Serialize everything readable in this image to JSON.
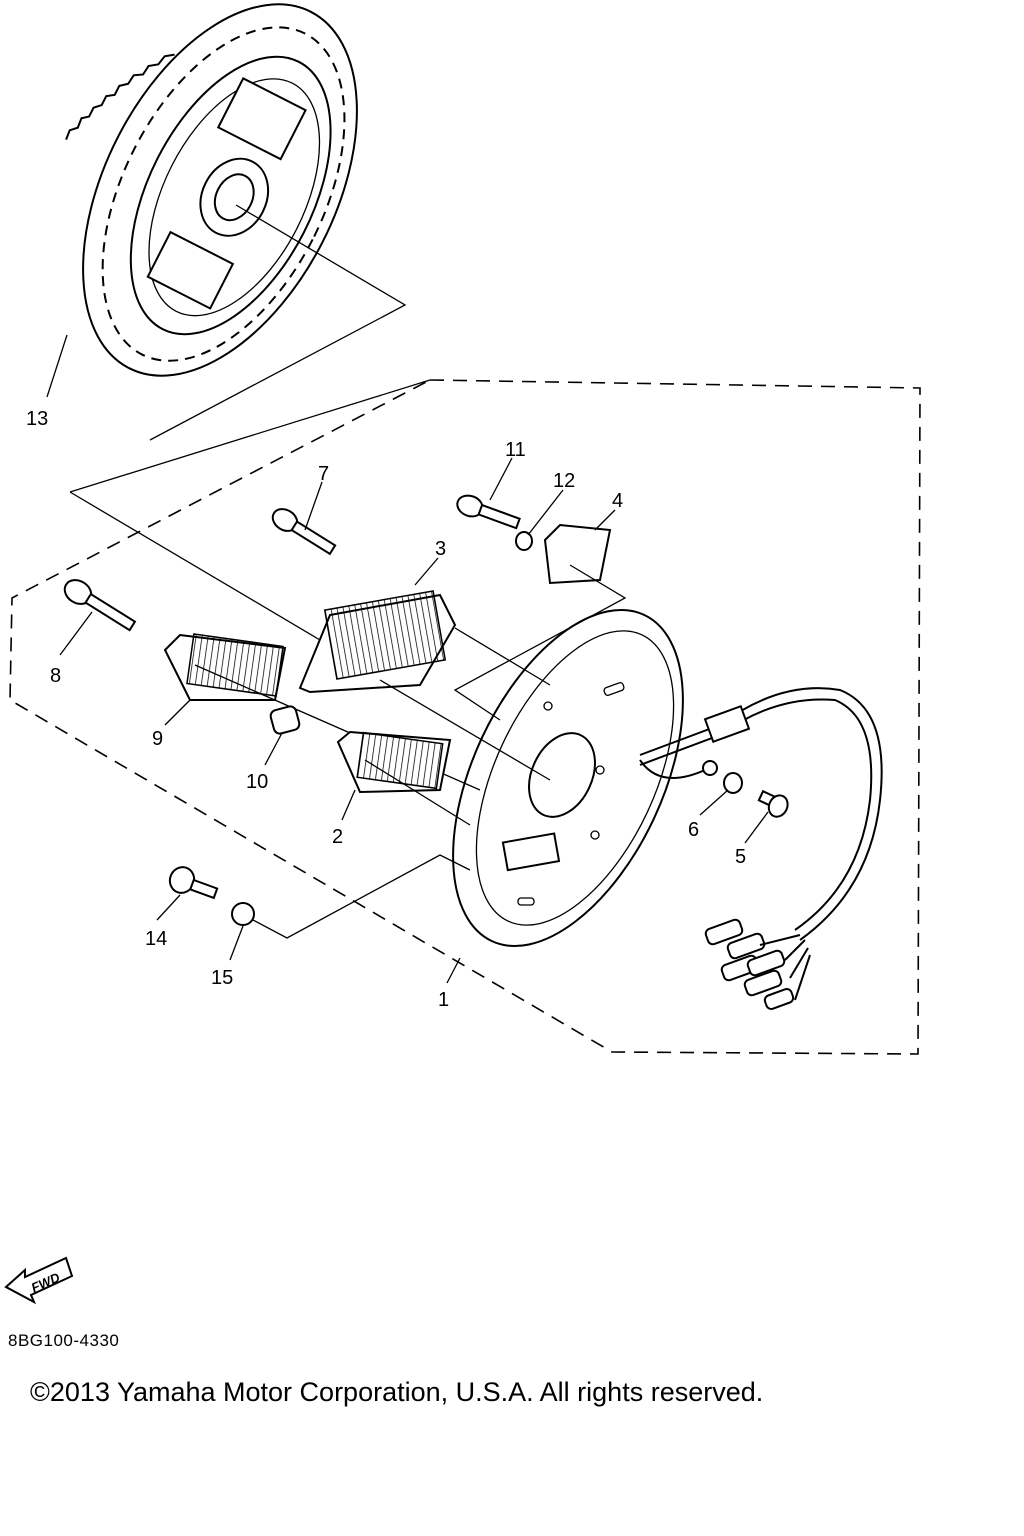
{
  "diagram": {
    "callouts": [
      {
        "id": "13",
        "label": "13"
      },
      {
        "id": "11",
        "label": "11"
      },
      {
        "id": "12",
        "label": "12"
      },
      {
        "id": "7",
        "label": "7"
      },
      {
        "id": "4",
        "label": "4"
      },
      {
        "id": "3",
        "label": "3"
      },
      {
        "id": "8",
        "label": "8"
      },
      {
        "id": "9",
        "label": "9"
      },
      {
        "id": "10",
        "label": "10"
      },
      {
        "id": "2",
        "label": "2"
      },
      {
        "id": "6",
        "label": "6"
      },
      {
        "id": "5",
        "label": "5"
      },
      {
        "id": "14",
        "label": "14"
      },
      {
        "id": "15",
        "label": "15"
      },
      {
        "id": "1",
        "label": "1"
      }
    ],
    "fwd_label": "FWD",
    "code": "8BG100-4330"
  },
  "footer": {
    "copyright": "©2013 Yamaha Motor Corporation, U.S.A. All rights reserved."
  }
}
